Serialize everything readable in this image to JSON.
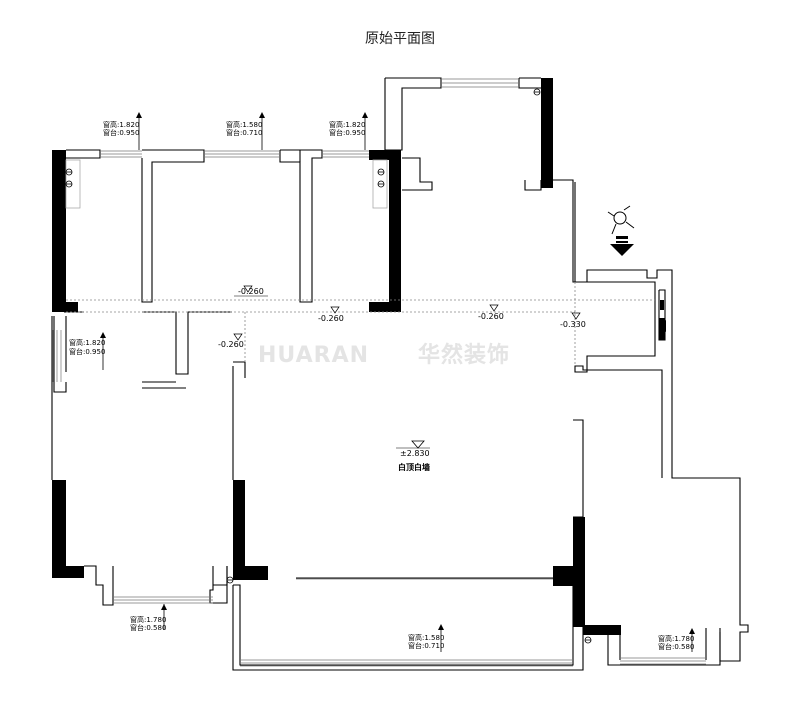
{
  "title": "原始平面图",
  "watermark": {
    "brand": "HUARAN",
    "cn": "华然装饰"
  },
  "room_label": {
    "height": "±2.830",
    "note": "白顶白墙"
  },
  "window_tags": {
    "tl": {
      "a": "窗高:1.820",
      "b": "窗台:0.950"
    },
    "tm": {
      "a": "窗高:1.580",
      "b": "窗台:0.710"
    },
    "tr": {
      "a": "窗高:1.820",
      "b": "窗台:0.950"
    },
    "left": {
      "a": "窗高:1.820",
      "b": "窗台:0.950"
    },
    "bl": {
      "a": "窗高:1.780",
      "b": "窗台:0.580"
    },
    "bm": {
      "a": "窗高:1.580",
      "b": "窗台:0.710"
    },
    "br": {
      "a": "窗高:1.780",
      "b": "窗台:0.580"
    }
  },
  "beam_heights": {
    "b1": "-0.260",
    "b2": "-0.260",
    "b3": "-0.260",
    "b4": "-0.330",
    "b5": "-0.260"
  }
}
